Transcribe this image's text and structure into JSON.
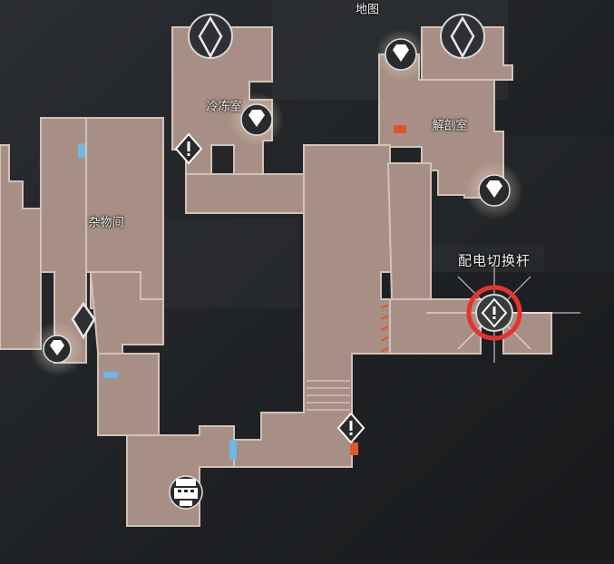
{
  "map": {
    "title": "地图",
    "rooms": {
      "cold_storage": "冷冻室",
      "dissection": "解剖室",
      "storage": "杂物间"
    },
    "objective": "配电切换杆"
  },
  "colors": {
    "floor": "#a88f85",
    "floor_edge": "#d2c2b8",
    "background": "#1e2023",
    "door_blue": "#6fb7e6",
    "door_orange": "#e2552a",
    "highlight_ring": "#e8322e"
  },
  "icons": [
    "map-marker-diamond-icon",
    "treasure-diamond-icon",
    "exclamation-marker-icon",
    "typewriter-icon"
  ]
}
